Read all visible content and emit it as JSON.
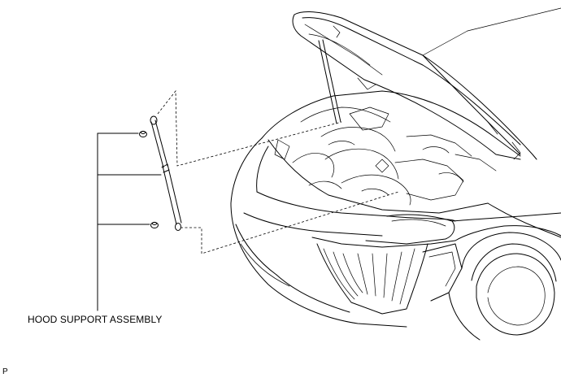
{
  "diagram": {
    "callout_label": "HOOD SUPPORT ASSEMBLY",
    "page_code": "P"
  },
  "icons": {
    "car": "car-front-hood-open-illustration",
    "strut": "hood-support-strut-icon",
    "bolt": "bolt-icon"
  }
}
